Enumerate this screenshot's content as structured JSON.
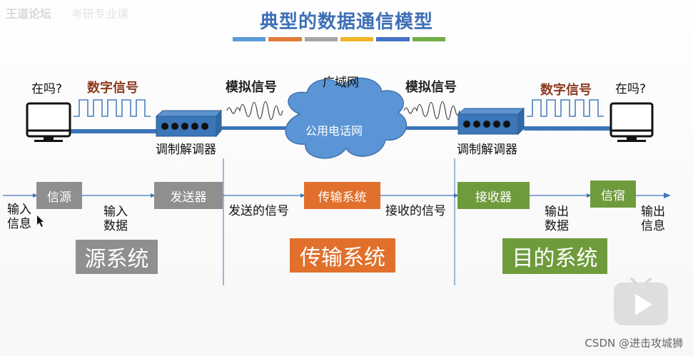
{
  "title": "典型的数据通信模型",
  "watermark": {
    "forum": "王道论坛",
    "faded": "考研专业课"
  },
  "credit": "CSDN @进击攻城狮",
  "colors": {
    "title": "#3d6fb6",
    "bar_colors": [
      "#5b9bd5",
      "#e07b39",
      "#a5a5a5",
      "#f0b429",
      "#4472c4",
      "#70ad47"
    ],
    "source_gray": "#8f8f8f",
    "transmit_orange": "#e0702c",
    "dest_green": "#6e9b3c",
    "modem_blue": "#3b76b8",
    "cloud_blue": "#5b95d6"
  },
  "top": {
    "left_question": "在吗?",
    "right_question": "在吗?",
    "digital_left": "数字信号",
    "digital_right": "数字信号",
    "analog_left": "模拟信号",
    "analog_right": "模拟信号",
    "wan": "广域网",
    "cloud": "公用电话网",
    "modem_left": "调制解调器",
    "modem_right": "调制解调器"
  },
  "flow": {
    "input_info": "输入\n信息",
    "source": "信源",
    "input_data": "输入\n数据",
    "transmitter": "发送器",
    "sent_signal": "发送的信号",
    "transmission": "传输系统",
    "received_signal": "接收的信号",
    "receiver": "接收器",
    "output_data": "输出\n数据",
    "destination": "信宿",
    "output_info": "输出\n信息"
  },
  "systems": {
    "source_system": "源系统",
    "transmission_system": "传输系统",
    "destination_system": "目的系统"
  },
  "icons": [
    "monitor-icon",
    "modem-icon",
    "cloud-icon",
    "play-icon",
    "cursor-icon"
  ]
}
